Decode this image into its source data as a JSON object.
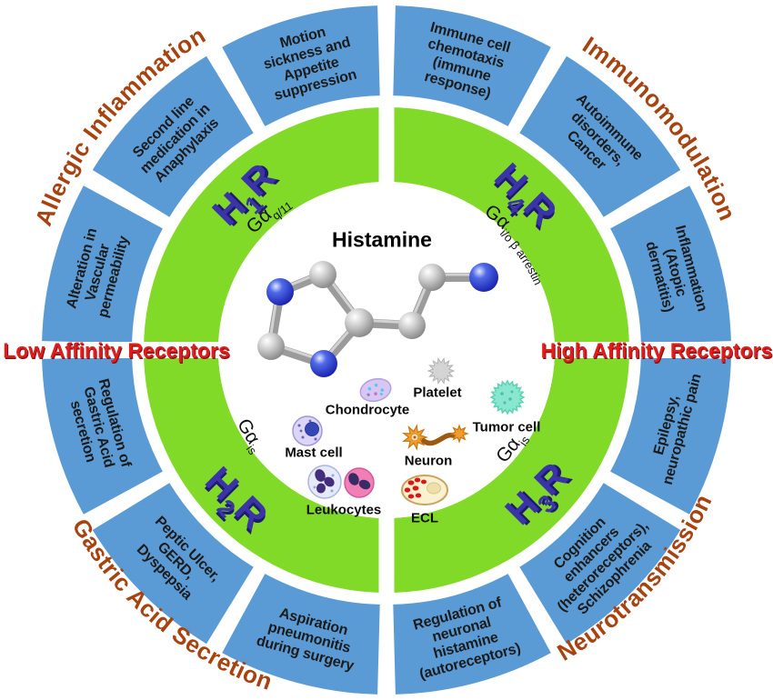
{
  "center": {
    "title": "Histamine",
    "molecule": "histamine 3D ball-and-stick model",
    "cells": [
      {
        "name": "Chondrocyte"
      },
      {
        "name": "Platelet"
      },
      {
        "name": "Tumor cell"
      },
      {
        "name": "Mast cell"
      },
      {
        "name": "Neuron"
      },
      {
        "name": "Leukocytes"
      },
      {
        "name": "ECL"
      }
    ]
  },
  "side_labels": {
    "left": "Low Affinity Receptors",
    "right": "High Affinity Receptors"
  },
  "corner_labels": {
    "top_left": "Allergic Inflammation",
    "top_right": "Immunomodulation",
    "bottom_left": "Gastric Acid Secretion",
    "bottom_right": "Neurotransmission"
  },
  "receptors": [
    {
      "id": "h1r",
      "main": "H",
      "sub": "1",
      "tail": "R",
      "g_prefix": "Gα",
      "g_sub": "q/11",
      "g_tail": ""
    },
    {
      "id": "h4r",
      "main": "H",
      "sub": "4",
      "tail": "R",
      "g_prefix": "Gα",
      "g_sub": "i/o",
      "g_tail": " β arrestin"
    },
    {
      "id": "h2r",
      "main": "H",
      "sub": "2",
      "tail": "R",
      "g_prefix": "Gα",
      "g_sub": "is",
      "g_tail": ""
    },
    {
      "id": "h3r",
      "main": "H",
      "sub": "3",
      "tail": "R",
      "g_prefix": "Gα",
      "g_sub": "is",
      "g_tail": ""
    }
  ],
  "segments": [
    {
      "label": "Motion sickness and Appetite suppression",
      "lines": [
        "Motion",
        "sickness and",
        "Appetite",
        "suppression"
      ]
    },
    {
      "label": "Immune cell chemotaxis (immune response)",
      "lines": [
        "Immune cell",
        "chemotaxis",
        "(immune",
        "response)"
      ]
    },
    {
      "label": "Autoimmune disorders, Cancer",
      "lines": [
        "Autoimmune",
        "disorders,",
        "Cancer"
      ]
    },
    {
      "label": "Inflammation (Atopic dermatitis)",
      "lines": [
        "Inflammation",
        "(Atopic",
        "dermatitis)"
      ]
    },
    {
      "label": "Epilepsy, neuropathic pain",
      "lines": [
        "Epilepsy,",
        "neuropathic pain"
      ]
    },
    {
      "label": "Cognition enhancers (heteroreceptors), Schizophrenia",
      "lines": [
        "Cognition",
        "enhancers",
        "(heteroreceptors),",
        "Schizophrenia"
      ]
    },
    {
      "label": "Regulation of neuronal histamine (autoreceptors)",
      "lines": [
        "Regulation of",
        "neuronal",
        "histamine",
        "(autoreceptors)"
      ]
    },
    {
      "label": "Aspiration pneumonitis during surgery",
      "lines": [
        "Aspiration",
        "pneumonitis",
        "during surgery"
      ]
    },
    {
      "label": "Peptic Ulcer, GERD, Dyspepsia",
      "lines": [
        "Peptic Ulcer,",
        "GERD,",
        "Dyspepsia"
      ]
    },
    {
      "label": "Regulation of Gastric Acid secretion",
      "lines": [
        "Regulation of",
        "Gastric Acid",
        "secretion"
      ]
    },
    {
      "label": "Alteration in Vascular permeability",
      "lines": [
        "Alteration in",
        "Vascular",
        "permeability"
      ]
    },
    {
      "label": "Second line medication in Anaphylaxis",
      "lines": [
        "Second line",
        "medication in",
        "Anaphylaxis"
      ]
    }
  ],
  "colors": {
    "ring_blue": "#5b9bd5",
    "ring_green": "#82da28",
    "receptor_text": "#3a34a8",
    "corner_text": "#a8420f",
    "side_text": "#e21b1b",
    "segment_text": "#1b1b1b",
    "atom_carbon": "#909090",
    "atom_nitrogen": "#2233cc"
  }
}
